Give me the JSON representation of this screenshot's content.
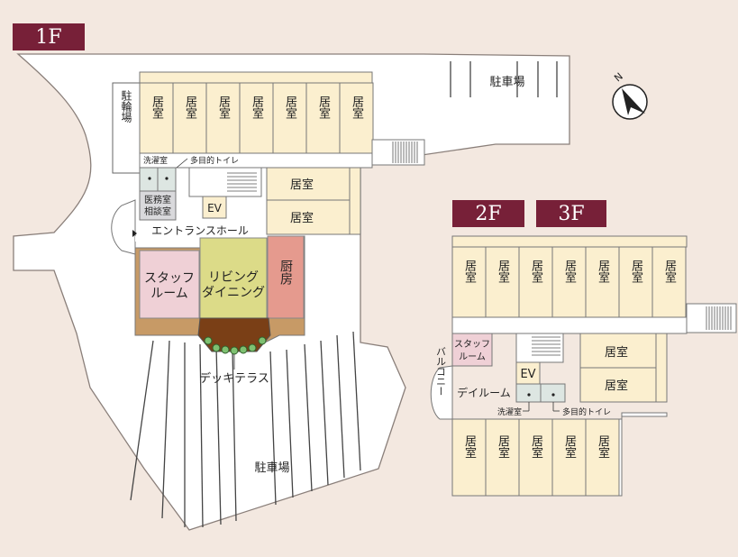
{
  "colors": {
    "tag": "#772038",
    "room": "#fbefcf",
    "staff": "#efd0d6",
    "living": "#dcdb88",
    "kitchen": "#e59a8e",
    "deck": "#c79a66",
    "deck_center": "#7a3f16",
    "utility": "#dde6e2"
  },
  "floors": {
    "f1": "1F",
    "f2": "2F",
    "f3": "3F"
  },
  "first_floor": {
    "parking": "駐車場",
    "bike_parking": "駐輪場",
    "laundry": "洗濯室",
    "multipurpose_toilet": "多目的トイレ",
    "medical_room": "医務室",
    "consultation_room": "相談室",
    "elevator": "EV",
    "entrance_hall": "エントランスホール",
    "staff_room": "スタッフルーム",
    "living_dining": "リビングダイニング",
    "kitchen": "厨房",
    "deck_terrace": "デッキテラス",
    "room": "居室"
  },
  "upper_floors": {
    "room": "居室",
    "staff_room": "スタッフルーム",
    "elevator": "EV",
    "day_room": "デイルーム",
    "balcony": "バルコニー",
    "laundry": "洗濯室",
    "multipurpose_toilet": "多目的トイレ"
  },
  "compass": "N"
}
